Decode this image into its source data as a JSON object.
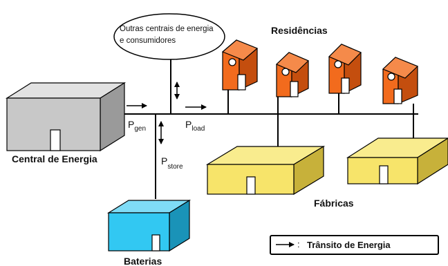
{
  "labels": {
    "other_plants": [
      "Outras centrais de energia",
      "e consumidores"
    ],
    "residences": "Residências",
    "power_plant": "Central de Energia",
    "factories": "Fábricas",
    "batteries": "Baterias",
    "p_gen_main": "P",
    "p_gen_sub": "gen",
    "p_load_main": "P",
    "p_load_sub": "load",
    "p_store_main": "P",
    "p_store_sub": "store"
  },
  "legend": {
    "symbol": ":",
    "text": "Trânsito de Energia"
  },
  "colors": {
    "house": "#f26b1d",
    "house_dark": "#c44e0e",
    "factory": "#f7e46a",
    "factory_dark": "#c7b13a",
    "plant": "#c8c8c8",
    "plant_dark": "#9a9a9a",
    "battery": "#32c8f2",
    "battery_dark": "#1a93b8",
    "line": "#000000"
  }
}
